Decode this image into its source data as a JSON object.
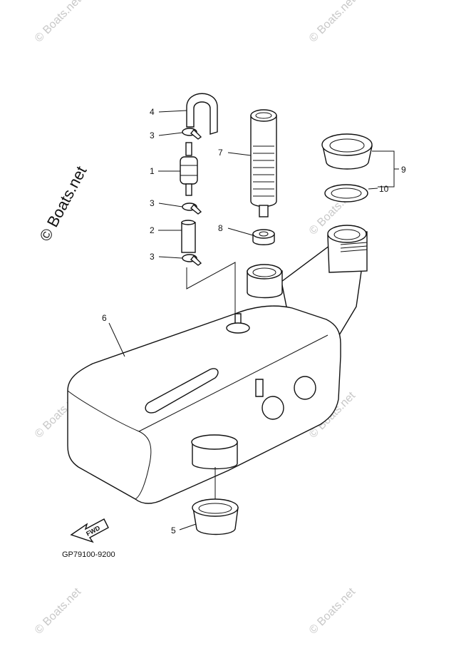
{
  "watermark": {
    "text": "© Boats.net",
    "brand_text": "© Boats.net"
  },
  "diagram_code": "GP79100-9200",
  "fwd_label": "FWD",
  "callouts": [
    {
      "id": "c1",
      "label": "1"
    },
    {
      "id": "c2",
      "label": "2"
    },
    {
      "id": "c3a",
      "label": "3"
    },
    {
      "id": "c3b",
      "label": "3"
    },
    {
      "id": "c3c",
      "label": "3"
    },
    {
      "id": "c4",
      "label": "4"
    },
    {
      "id": "c5",
      "label": "5"
    },
    {
      "id": "c6",
      "label": "6"
    },
    {
      "id": "c7",
      "label": "7"
    },
    {
      "id": "c8",
      "label": "8"
    },
    {
      "id": "c9",
      "label": "9"
    },
    {
      "id": "c10",
      "label": "10"
    }
  ]
}
